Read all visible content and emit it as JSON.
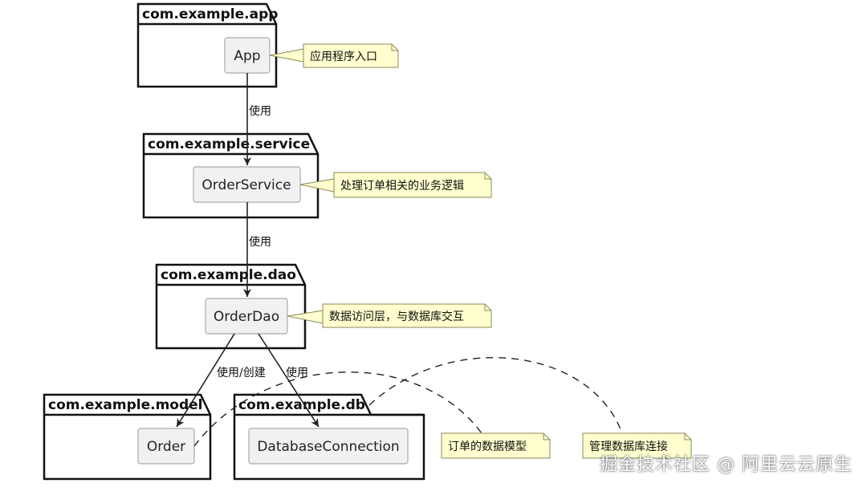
{
  "packages": {
    "app": "com.example.app",
    "service": "com.example.service",
    "dao": "com.example.dao",
    "model": "com.example.model",
    "db": "com.example.db"
  },
  "classes": {
    "app": "App",
    "service": "OrderService",
    "dao": "OrderDao",
    "order": "Order",
    "db": "DatabaseConnection"
  },
  "notes": {
    "app": "应用程序入口",
    "service": "处理订单相关的业务逻辑",
    "dao": "数据访问层，与数据库交互",
    "order": "订单的数据模型",
    "db": "管理数据库连接"
  },
  "edges": {
    "app_to_service": "使用",
    "service_to_dao": "使用",
    "dao_to_order": "使用/创建",
    "dao_to_db": "使用"
  },
  "watermark": "掘金技术社区 @ 阿里云云原生"
}
